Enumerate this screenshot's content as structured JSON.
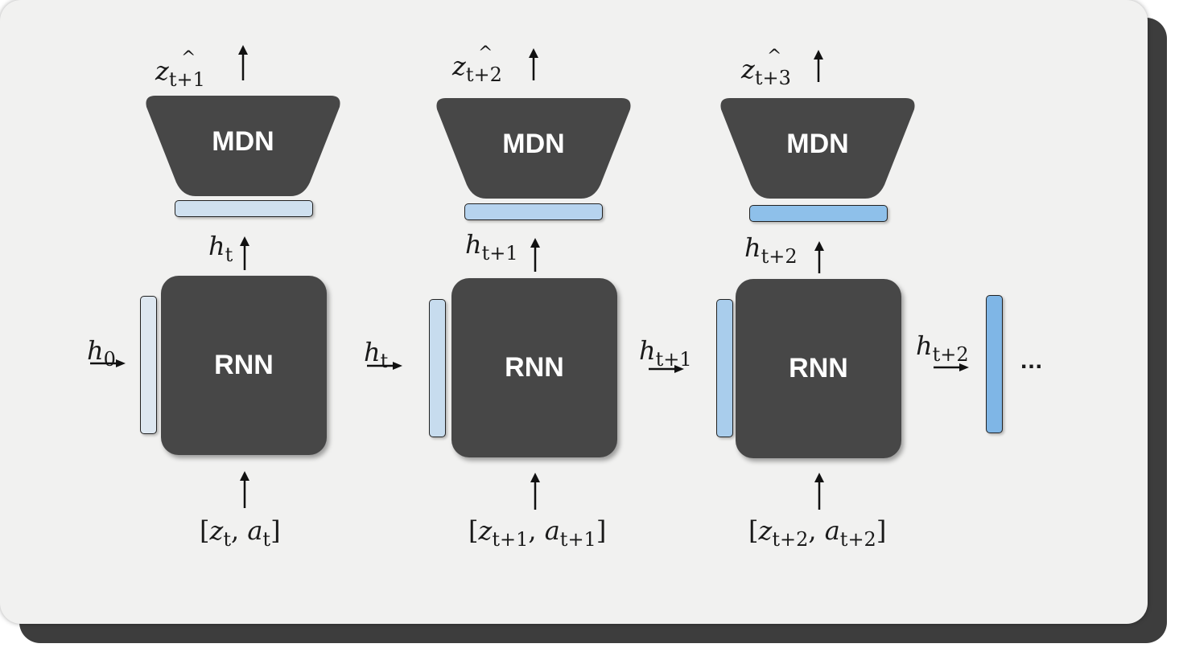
{
  "diagram": {
    "mdn_label": "MDN",
    "rnn_label": "RNN",
    "ellipsis": "...",
    "hat_glyph": "^",
    "h0": {
      "base": "h",
      "sub": "0"
    },
    "steps": [
      {
        "output": {
          "base": "z",
          "sub": "t+1"
        },
        "hidden_up": {
          "base": "h",
          "sub": "t"
        },
        "hidden_in": {
          "base": "h",
          "sub": "t"
        },
        "input": {
          "z_sub": "t",
          "a_sub": "t"
        }
      },
      {
        "output": {
          "base": "z",
          "sub": "t+2"
        },
        "hidden_up": {
          "base": "h",
          "sub": "t+1"
        },
        "hidden_in": {
          "base": "h",
          "sub": "t+1"
        },
        "input": {
          "z_sub": "t+1",
          "a_sub": "t+1"
        }
      },
      {
        "output": {
          "base": "z",
          "sub": "t+3"
        },
        "hidden_up": {
          "base": "h",
          "sub": "t+2"
        },
        "hidden_in": {
          "base": "h",
          "sub": "t+2"
        },
        "input": {
          "z_sub": "t+2",
          "a_sub": "t+2"
        }
      }
    ]
  },
  "colors": {
    "block": "#474747",
    "card": "#f1f1f0",
    "bar_light": "#cfe0ef",
    "bar_mid": "#b2d0ec",
    "bar_strong": "#7fb6e6"
  }
}
